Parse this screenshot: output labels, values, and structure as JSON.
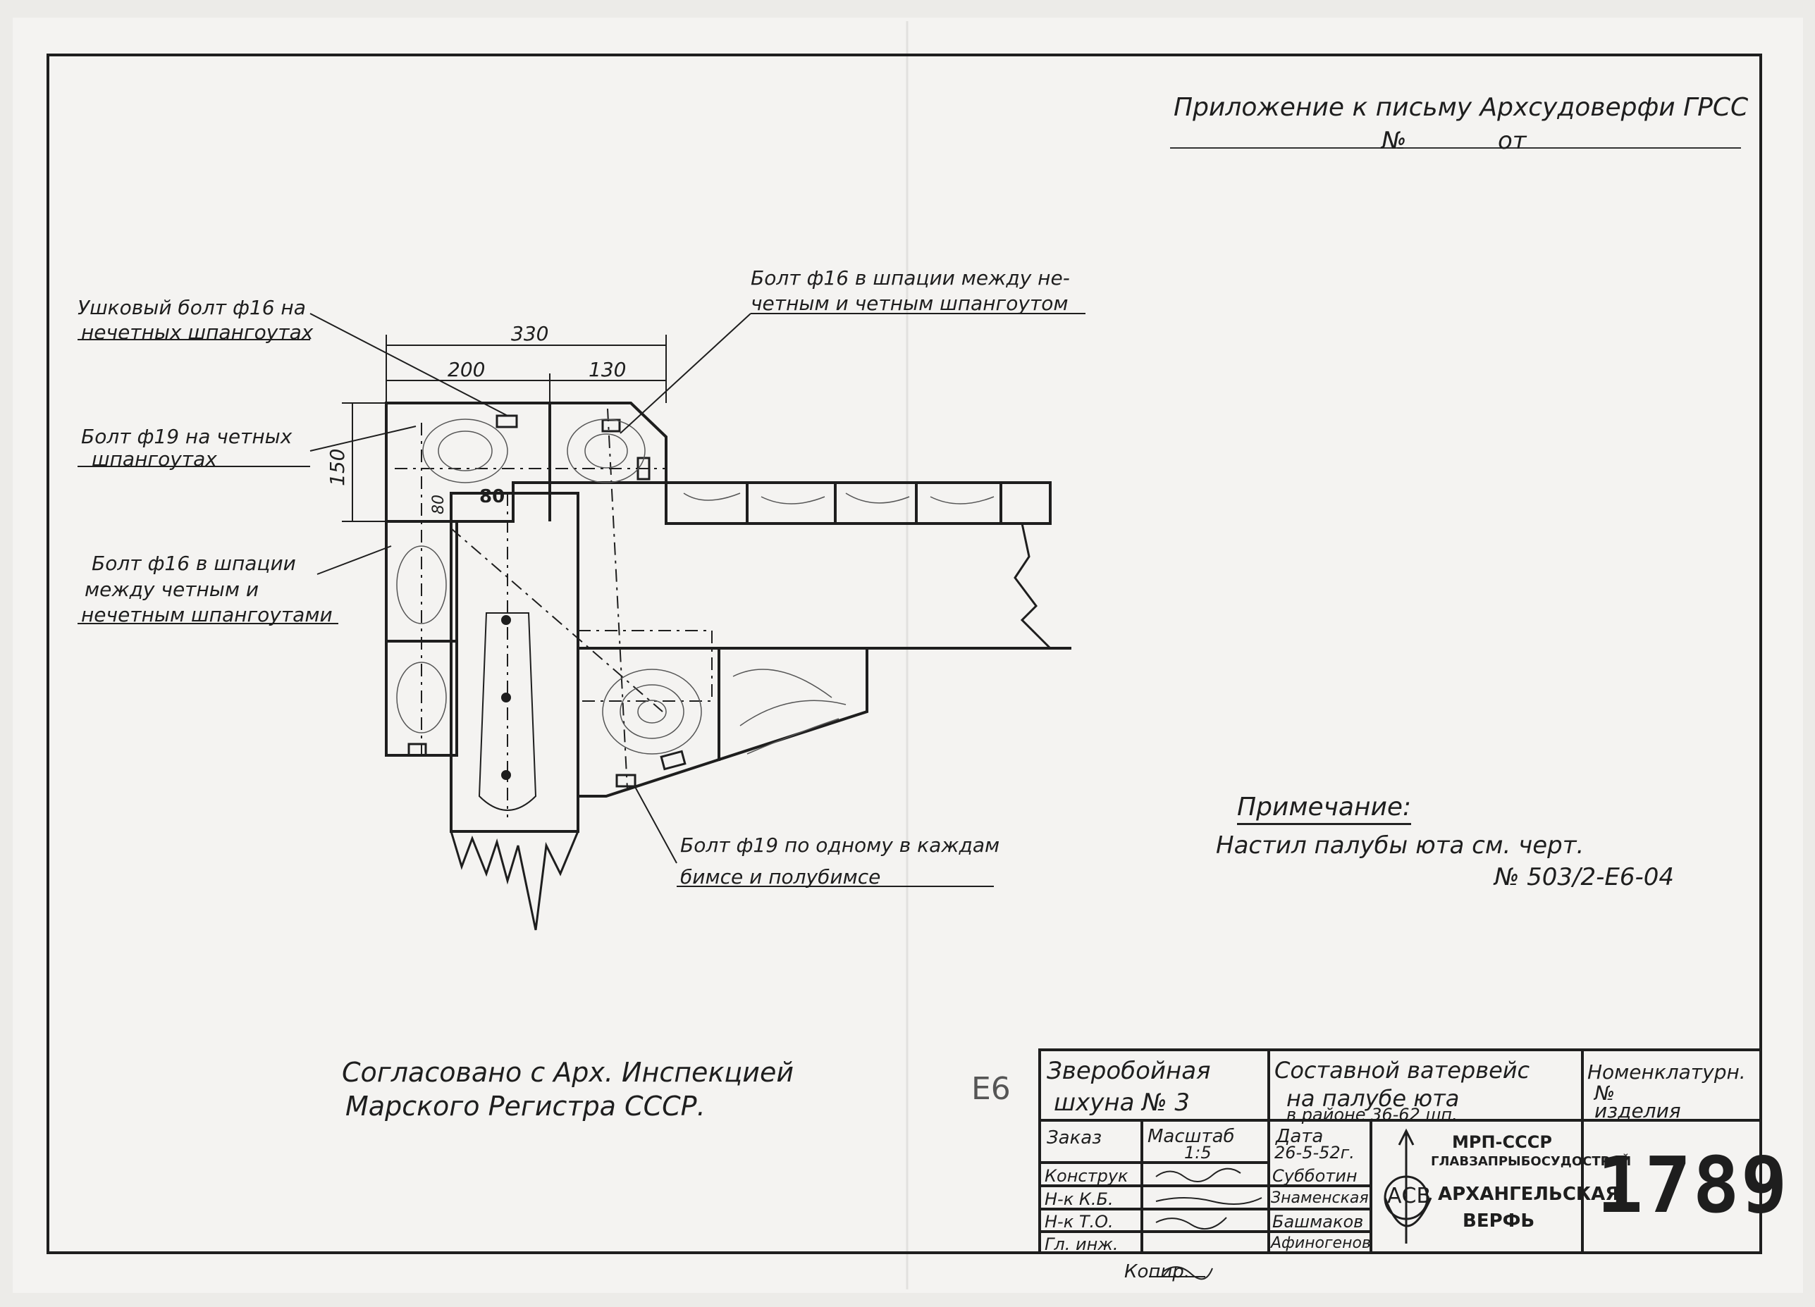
{
  "header": {
    "appendix": "Приложение к письму Архсудоверфи ГРСС",
    "number_label": "№",
    "from_label": "от"
  },
  "callouts": {
    "eye_bolt_l1": "Ушковый болт ф16 на",
    "eye_bolt_l2": "нечетных шпангоутах",
    "bolt19_even_l1": "Болт ф19 на четных",
    "bolt19_even_l2": "шпангоутах",
    "bolt16_space_l1": "Болт ф16 в шпации",
    "bolt16_space_l2": "между четным и",
    "bolt16_space_l3": "нечетным шпангоутами",
    "bolt16_top_l1": "Болт ф16 в шпации между не-",
    "bolt16_top_l2": "четным и четным шпангоутом",
    "bolt19_beam_l1": "Болт ф19 по одному в каждам",
    "bolt19_beam_l2": "бимсе и полубимсе"
  },
  "dimensions": {
    "overall": "330",
    "left": "200",
    "right": "130",
    "height": "150",
    "inner": "80",
    "small": "80"
  },
  "note": {
    "title": "Примечание:",
    "line1": "Настил палубы юта см. черт.",
    "line2": "№ 503/2-Е6-04"
  },
  "approval": {
    "line1": "Согласовано с Арх. Инспекцией",
    "line2": "Марского Регистра СССР."
  },
  "stamp_mark": "Е6",
  "title_block": {
    "vessel_l1": "Зверобойная",
    "vessel_l2": "шхуна № 3",
    "part_l1": "Составной ватервейс",
    "part_l2": "на палубе юта",
    "part_l3": "в районе 36-62 шп.",
    "nomen_l1": "Номенклатурн.",
    "nomen_l2": "№",
    "nomen_l3": "изделия",
    "order_label": "Заказ",
    "scale_label": "Масштаб",
    "scale_value": "1:5",
    "date_label": "Дата",
    "date_value": "26-5-52г.",
    "roles": [
      "Конструк",
      "Н-к К.Б.",
      "Н-к Т.О.",
      "Гл. инж."
    ],
    "names": [
      "Субботин",
      "Знаменская",
      "Башмаков",
      "Афиногенов"
    ],
    "org_l1": "МРП-СССР",
    "org_l2": "ГЛАВЗАПРЫБОСУДОСТРОЙ",
    "org_l3": "АРХАНГЕЛЬСКАЯ",
    "org_l4": "ВЕРФЬ",
    "logo_letters": "АСВ",
    "drawing_number": "1789"
  },
  "copy_label": "Копир."
}
